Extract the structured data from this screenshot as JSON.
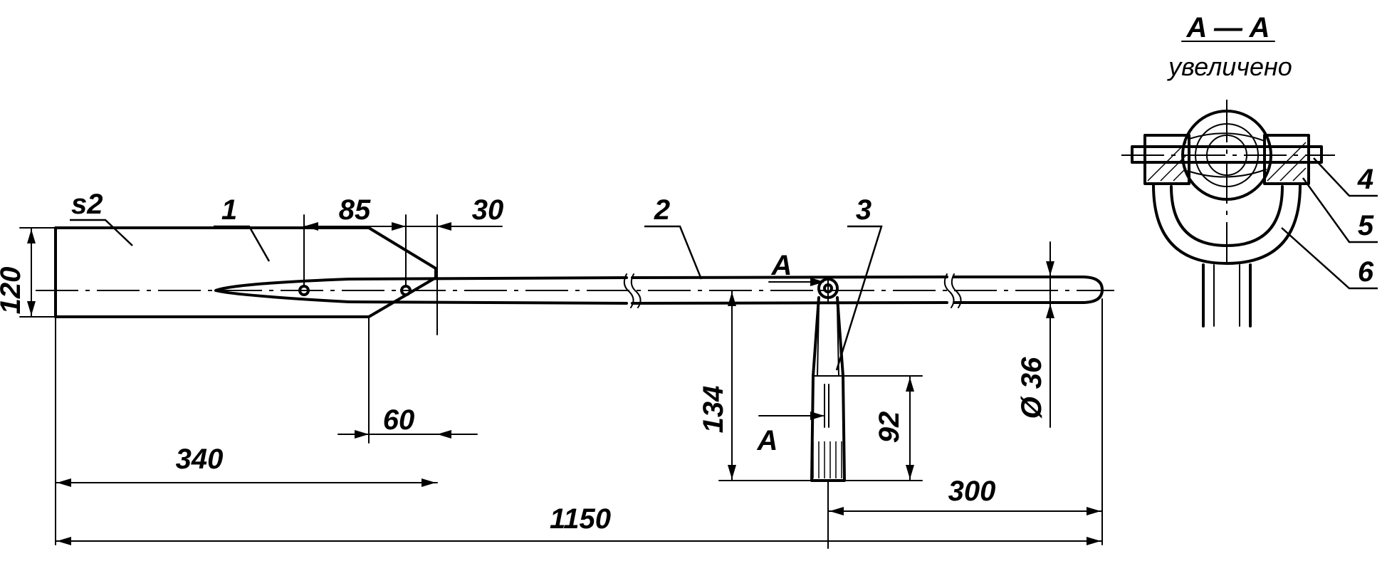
{
  "section": {
    "title": "A — A",
    "subtitle": "увеличено"
  },
  "parts": {
    "p1": "1",
    "p2": "2",
    "p3": "3",
    "p4": "4",
    "p5": "5",
    "p6": "6"
  },
  "dimensions": {
    "thickness": "s2",
    "d85": "85",
    "d30": "30",
    "d120": "120",
    "d60": "60",
    "d340": "340",
    "d1150": "1150",
    "d134": "134",
    "d92": "92",
    "d300": "300",
    "dia36": "Ø 36"
  },
  "cut_marks": {
    "top": "A",
    "bottom": "A"
  }
}
